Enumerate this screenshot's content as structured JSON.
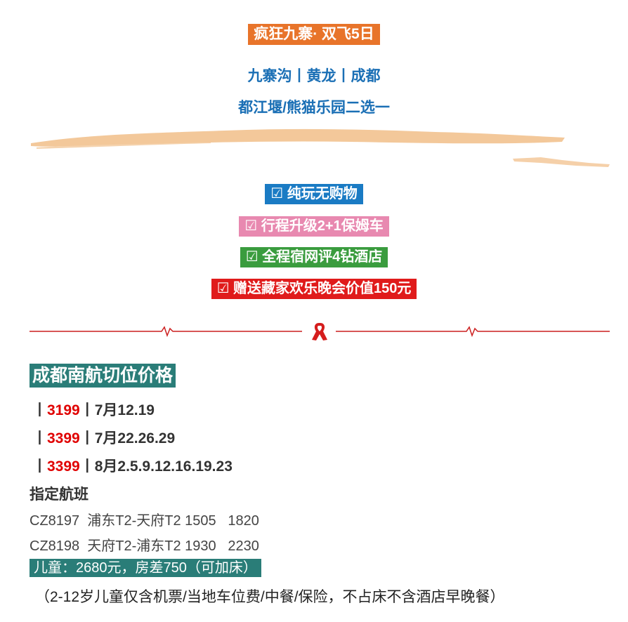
{
  "header": {
    "title": "疯狂九寨· 双飞5日",
    "route": "九寨沟丨黄龙丨成都",
    "option": "都江堰/熊猫乐园二选一"
  },
  "features": [
    {
      "text": "☑ 纯玩无购物",
      "color": "#1a7bc4"
    },
    {
      "text": "☑ 行程升级2+1保姆车",
      "color": "#e889b0"
    },
    {
      "text": "☑ 全程宿网评4钻酒店",
      "color": "#3a9c3e"
    },
    {
      "text": "☑ 赠送藏家欢乐晚会价值150元",
      "color": "#e01b1b"
    }
  ],
  "colors": {
    "title_bg": "#e8742a",
    "subtitle": "#1a6fb5",
    "brush": "#f3c89a",
    "divider": "#cc1f1f",
    "section_bg": "#2a7d78",
    "price": "#e00000"
  },
  "pricing": {
    "section_title": "成都南航切位价格",
    "rows": [
      {
        "price": "3199",
        "dates": "7月12.19"
      },
      {
        "price": "3399",
        "dates": "7月22.26.29"
      },
      {
        "price": "3399",
        "dates": "8月2.5.9.12.16.19.23"
      }
    ]
  },
  "flights": {
    "heading": "指定航班",
    "list": [
      "CZ8197  浦东T2-天府T2 1505   1820",
      "CZ8198  天府T2-浦东T2 1930   2230"
    ]
  },
  "child": {
    "label": "儿童：2680元，房差750（可加床）",
    "note": "（2-12岁儿童仅含机票/当地车位费/中餐/保险，不占床不含酒店早晚餐）"
  },
  "icons": [
    "ribbon-icon",
    "heartbeat-line"
  ]
}
